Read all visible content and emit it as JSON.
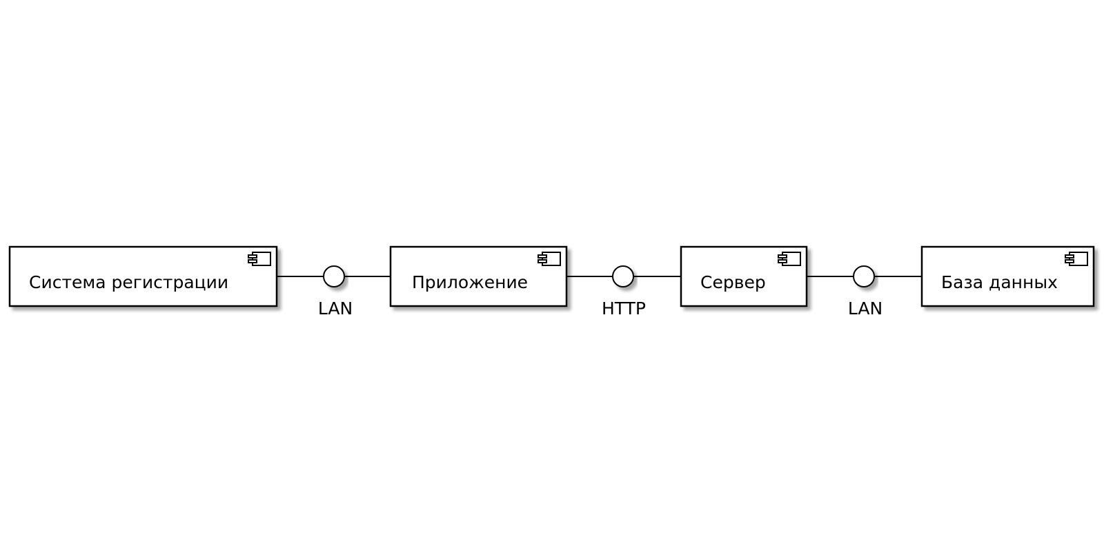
{
  "colors": {
    "background": "#ffffff",
    "stroke": "#000000",
    "box_fill": "#ffffff",
    "shadow": "#b5b5b5"
  },
  "components": [
    {
      "label": "Система регистрации",
      "icon": "component-icon"
    },
    {
      "label": "Приложение",
      "icon": "component-icon"
    },
    {
      "label": "Сервер",
      "icon": "component-icon"
    },
    {
      "label": "База данных",
      "icon": "component-icon"
    }
  ],
  "interfaces": [
    {
      "label": "LAN",
      "from": 0,
      "to": 1
    },
    {
      "label": "HTTP",
      "from": 1,
      "to": 2
    },
    {
      "label": "LAN",
      "from": 2,
      "to": 3
    }
  ]
}
